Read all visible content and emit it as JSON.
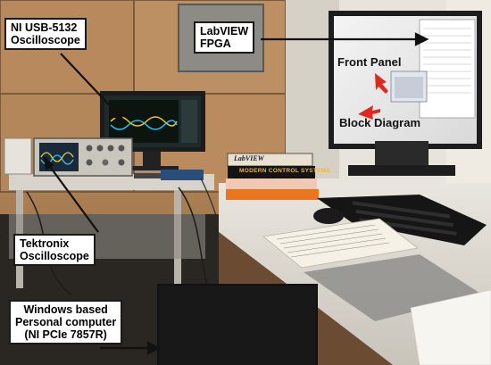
{
  "labels": {
    "ni_usb": [
      "NI USB-5132",
      "Oscilloscope"
    ],
    "labview": [
      "LabVIEW",
      "FPGA"
    ],
    "front_panel": "Front Panel",
    "block_diagram": "Block Diagram",
    "tektronix": [
      "Tektronix",
      "Oscilloscope"
    ],
    "pc": [
      "Windows based",
      "Personal computer",
      "(NI PCIe 7857R)"
    ]
  },
  "book_spines": {
    "labview_book": "LabVIEW",
    "control_book": "MODERN CONTROL SYSTEMS"
  },
  "colors": {
    "callout_arrow": "#111111",
    "red_arrow": "#e0281e",
    "callout_border": "#1a1a1a"
  }
}
